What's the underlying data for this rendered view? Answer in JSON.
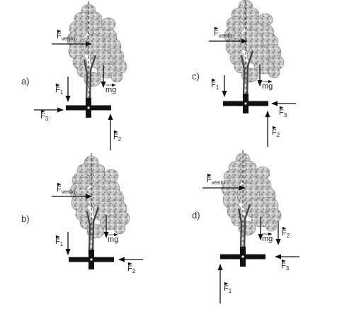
{
  "panels": [
    {
      "option": "a)",
      "forces": [
        {
          "base": "F",
          "sub": "vento"
        },
        {
          "base": "F",
          "sub": "1"
        },
        {
          "base": "mg",
          "sub": ""
        },
        {
          "base": "F",
          "sub": "3"
        },
        {
          "base": "F",
          "sub": "2"
        }
      ]
    },
    {
      "option": "b)",
      "forces": [
        {
          "base": "F",
          "sub": "vento"
        },
        {
          "base": "F",
          "sub": "1"
        },
        {
          "base": "mg",
          "sub": ""
        },
        {
          "base": "F",
          "sub": "2"
        }
      ]
    },
    {
      "option": "c)",
      "forces": [
        {
          "base": "F",
          "sub": "vento"
        },
        {
          "base": "F",
          "sub": "1"
        },
        {
          "base": "mg",
          "sub": ""
        },
        {
          "base": "F",
          "sub": "3"
        },
        {
          "base": "F",
          "sub": "2"
        }
      ]
    },
    {
      "option": "d)",
      "forces": [
        {
          "base": "F",
          "sub": "vento"
        },
        {
          "base": "mg",
          "sub": ""
        },
        {
          "base": "F",
          "sub": "2"
        },
        {
          "base": "F",
          "sub": "3"
        },
        {
          "base": "F",
          "sub": "1"
        }
      ]
    }
  ]
}
